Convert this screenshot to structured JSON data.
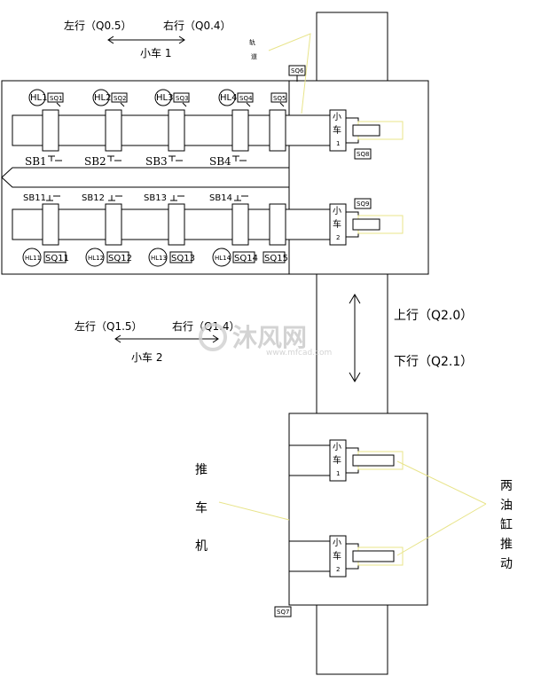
{
  "upper_left_label": "左行（Q0.5）",
  "upper_right_label": "右行（Q0.4）",
  "car1_label": "小车 1",
  "track_label_line1": "轨",
  "track_label_line2": "道",
  "sq6": "SQ6",
  "sq8": "SQ8",
  "sq9": "SQ9",
  "sq5": "SQ5",
  "sq15": "SQ15",
  "sq7": "SQ7",
  "upper_stations": [
    {
      "hl": "HL1",
      "sq": "SQ1",
      "sb": "SB1"
    },
    {
      "hl": "HL2",
      "sq": "SQ2",
      "sb": "SB2"
    },
    {
      "hl": "HL3",
      "sq": "SQ3",
      "sb": "SB3"
    },
    {
      "hl": "HL4",
      "sq": "SQ4",
      "sb": "SB4"
    }
  ],
  "lower_stations": [
    {
      "hl": "HL11",
      "sq": "SQ11",
      "sb": "SB11"
    },
    {
      "hl": "HL12",
      "sq": "SQ12",
      "sb": "SB12"
    },
    {
      "hl": "HL13",
      "sq": "SQ13",
      "sb": "SB13"
    },
    {
      "hl": "HL14",
      "sq": "SQ14",
      "sb": "SB14"
    }
  ],
  "cart_word_top": "小",
  "cart_word_bottom": "车",
  "cart1_num": "1",
  "cart2_num": "2",
  "lower_left_label": "左行（Q1.5）",
  "lower_right_label": "右行（Q1.4）",
  "car2_label": "小车 2",
  "up_label": "上行（Q2.0）",
  "down_label": "下行（Q2.1）",
  "pusher_label": [
    "推",
    "车",
    "机"
  ],
  "cylinder_label": [
    "两",
    "油",
    "缸",
    "推",
    "动"
  ],
  "watermark_brand": "沐风网",
  "watermark_url": "www.mfcad.com"
}
